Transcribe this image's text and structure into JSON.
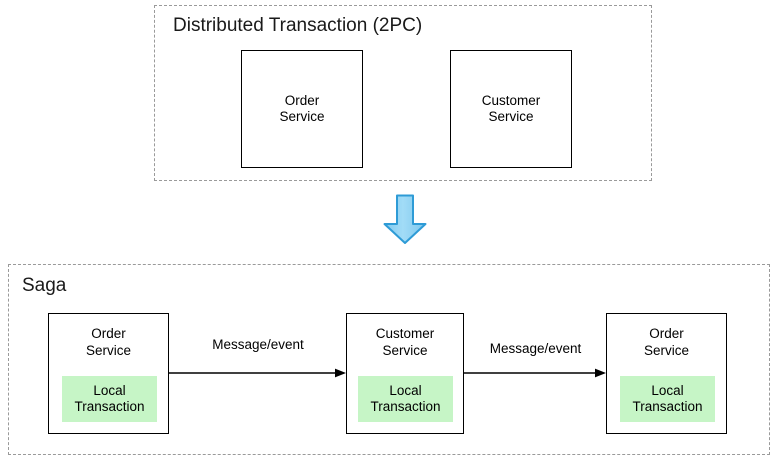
{
  "diagram": {
    "background_color": "#ffffff",
    "stroke_color": "#000000",
    "dashed_border_color": "#9a9a9a",
    "local_transaction_fill": "#c6f5c6",
    "arrow_fill": "#8ed0f0",
    "arrow_stroke": "#2e9bd6"
  },
  "top_section": {
    "title": "Distributed Transaction (2PC)",
    "boxes": [
      {
        "label": "Order\nService"
      },
      {
        "label": "Customer\nService"
      }
    ]
  },
  "transition": {
    "icon": "down-arrow-icon"
  },
  "bottom_section": {
    "title": "Saga",
    "boxes": [
      {
        "service": "Order\nService",
        "local_transaction": "Local\nTransaction"
      },
      {
        "service": "Customer\nService",
        "local_transaction": "Local\nTransaction"
      },
      {
        "service": "Order\nService",
        "local_transaction": "Local\nTransaction"
      }
    ],
    "connectors": [
      {
        "label": "Message/event"
      },
      {
        "label": "Message/event"
      }
    ]
  }
}
